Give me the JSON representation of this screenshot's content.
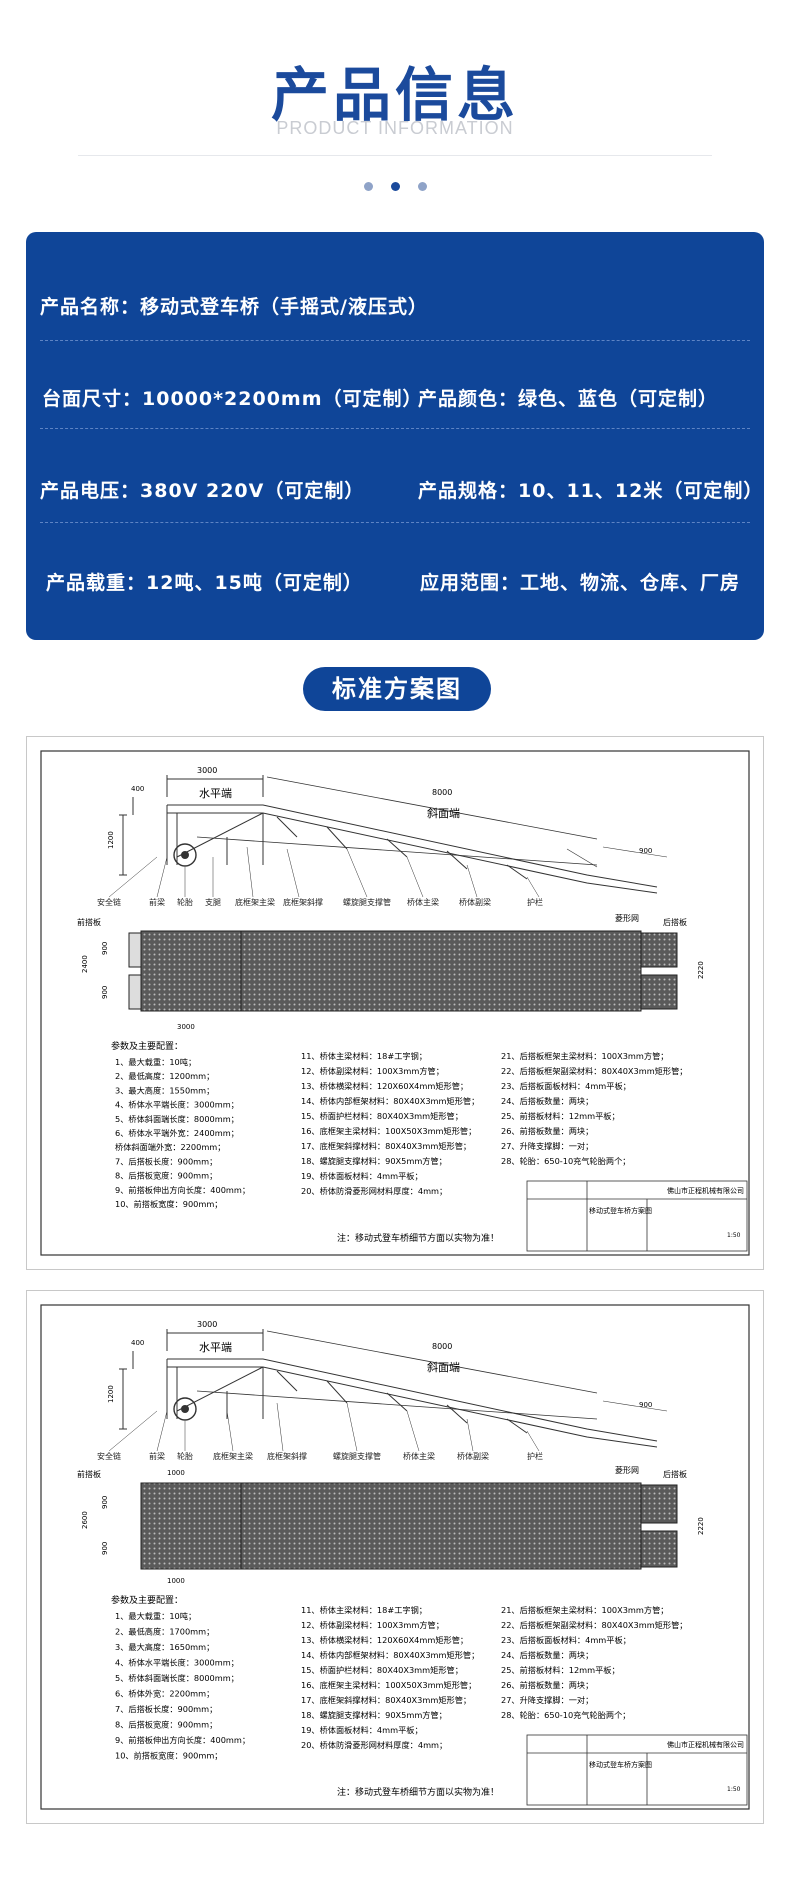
{
  "header": {
    "title": "产品信息",
    "subtitle": "PRODUCT INFORMATION"
  },
  "info": {
    "name": "产品名称：移动式登车桥（手摇式/液压式）",
    "size": "台面尺寸：10000*2200mm（可定制）",
    "color": "产品颜色：绿色、蓝色（可定制）",
    "voltage": "产品电压：380V 220V（可定制）",
    "spec": "产品规格：10、11、12米（可定制）",
    "load": "产品载重：12吨、15吨（可定制）",
    "scope": "应用范围：工地、物流、仓库、厂房"
  },
  "section_title": "标准方案图",
  "drawing1": {
    "dims": {
      "top_len": "3000",
      "slope_len": "8000",
      "slope_label": "斜面端",
      "level_label": "水平端",
      "h400": "400",
      "h1200": "1200",
      "tail": "900",
      "plan_w": "2400",
      "plan_900a": "900",
      "plan_900b": "900",
      "plan_len": "3000",
      "plan_right": "2220"
    },
    "labels": [
      "安全链",
      "前梁",
      "轮胎",
      "支腿",
      "底框架主梁",
      "底框架斜撑",
      "螺旋腿支撑管",
      "桥体主梁",
      "桥体副梁",
      "护栏"
    ],
    "plan_labels": {
      "front": "前搭板",
      "mesh": "菱形网",
      "rear": "后搭板"
    },
    "params_title": "参数及主要配置：",
    "params_col1": [
      "1、最大载重：10吨；",
      "2、最低高度：1200mm；",
      "3、最大高度：1550mm；",
      "4、桥体水平端长度：3000mm；",
      "5、桥体斜面端长度：8000mm；",
      "6、桥体水平端外宽：2400mm；",
      "   桥体斜面端外宽：2200mm；",
      "7、后搭板长度：900mm；",
      "8、后搭板宽度：900mm；",
      "9、前搭板伸出方向长度：400mm；",
      "10、前搭板宽度：900mm；"
    ],
    "params_col2": [
      "11、桥体主梁材料：18#工字钢；",
      "12、桥体副梁材料：100X3mm方管；",
      "13、桥体横梁材料：120X60X4mm矩形管；",
      "14、桥体内部框架材料：80X40X3mm矩形管；",
      "15、桥面护栏材料：80X40X3mm矩形管；",
      "16、底框架主梁材料：100X50X3mm矩形管；",
      "17、底框架斜撑材料：80X40X3mm矩形管；",
      "18、螺旋腿支撑材料：90X5mm方管；",
      "19、桥体面板材料：4mm平板；",
      "20、桥体防滑菱形网材料厚度：4mm；"
    ],
    "params_col3": [
      "21、后搭板框架主梁材料：100X3mm方管；",
      "22、后搭板框架副梁材料：80X40X3mm矩形管；",
      "23、后搭板面板材料：4mm平板；",
      "24、后搭板数量：两块；",
      "25、前搭板材料：12mm平板；",
      "26、前搭板数量：两块；",
      "27、升降支撑脚：一对；",
      "28、轮胎：650-10充气轮胎两个；"
    ],
    "note": "注：移动式登车桥细节方面以实物为准！",
    "tb_company": "佛山市正程机械有限公司",
    "tb_title": "移动式登车桥方案图",
    "tb_scale": "1:50"
  },
  "drawing2": {
    "dims": {
      "top_len": "3000",
      "slope_len": "8000",
      "slope_label": "斜面端",
      "level_label": "水平端",
      "h400": "400",
      "h1200": "1200",
      "tail": "900",
      "plan_w": "2600",
      "plan_900a": "900",
      "plan_900b": "900",
      "plan_len": "1000",
      "plan_len2": "1000",
      "plan_right": "2220"
    },
    "labels": [
      "安全链",
      "前梁",
      "轮胎",
      "底框架主梁",
      "底框架斜撑",
      "螺旋腿支撑管",
      "桥体主梁",
      "桥体副梁",
      "护栏"
    ],
    "plan_labels": {
      "front": "前搭板",
      "mesh": "菱形网",
      "rear": "后搭板"
    },
    "params_title": "参数及主要配置：",
    "params_col1": [
      "1、最大载重：10吨；",
      "2、最低高度：1700mm；",
      "3、最大高度：1650mm；",
      "4、桥体水平端长度：3000mm；",
      "5、桥体斜面端长度：8000mm；",
      "6、桥体外宽：2200mm；",
      "7、后搭板长度：900mm；",
      "8、后搭板宽度：900mm；",
      "9、前搭板伸出方向长度：400mm；",
      "10、前搭板宽度：900mm；"
    ],
    "params_col2": [
      "11、桥体主梁材料：18#工字钢；",
      "12、桥体副梁材料：100X3mm方管；",
      "13、桥体横梁材料：120X60X4mm矩形管；",
      "14、桥体内部框架材料：80X40X3mm矩形管；",
      "15、桥面护栏材料：80X40X3mm矩形管；",
      "16、底框架主梁材料：100X50X3mm矩形管；",
      "17、底框架斜撑材料：80X40X3mm矩形管；",
      "18、螺旋腿支撑材料：90X5mm方管；",
      "19、桥体面板材料：4mm平板；",
      "20、桥体防滑菱形网材料厚度：4mm；"
    ],
    "params_col3": [
      "21、后搭板框架主梁材料：100X3mm方管；",
      "22、后搭板框架副梁材料：80X40X3mm矩形管；",
      "23、后搭板面板材料：4mm平板；",
      "24、后搭板数量：两块；",
      "25、前搭板材料：12mm平板；",
      "26、前搭板数量：两块；",
      "27、升降支撑脚：一对；",
      "28、轮胎：650-10充气轮胎两个；"
    ],
    "note": "注：移动式登车桥细节方面以实物为准！",
    "tb_company": "佛山市正程机械有限公司",
    "tb_title": "移动式登车桥方案图",
    "tb_scale": "1:50"
  }
}
